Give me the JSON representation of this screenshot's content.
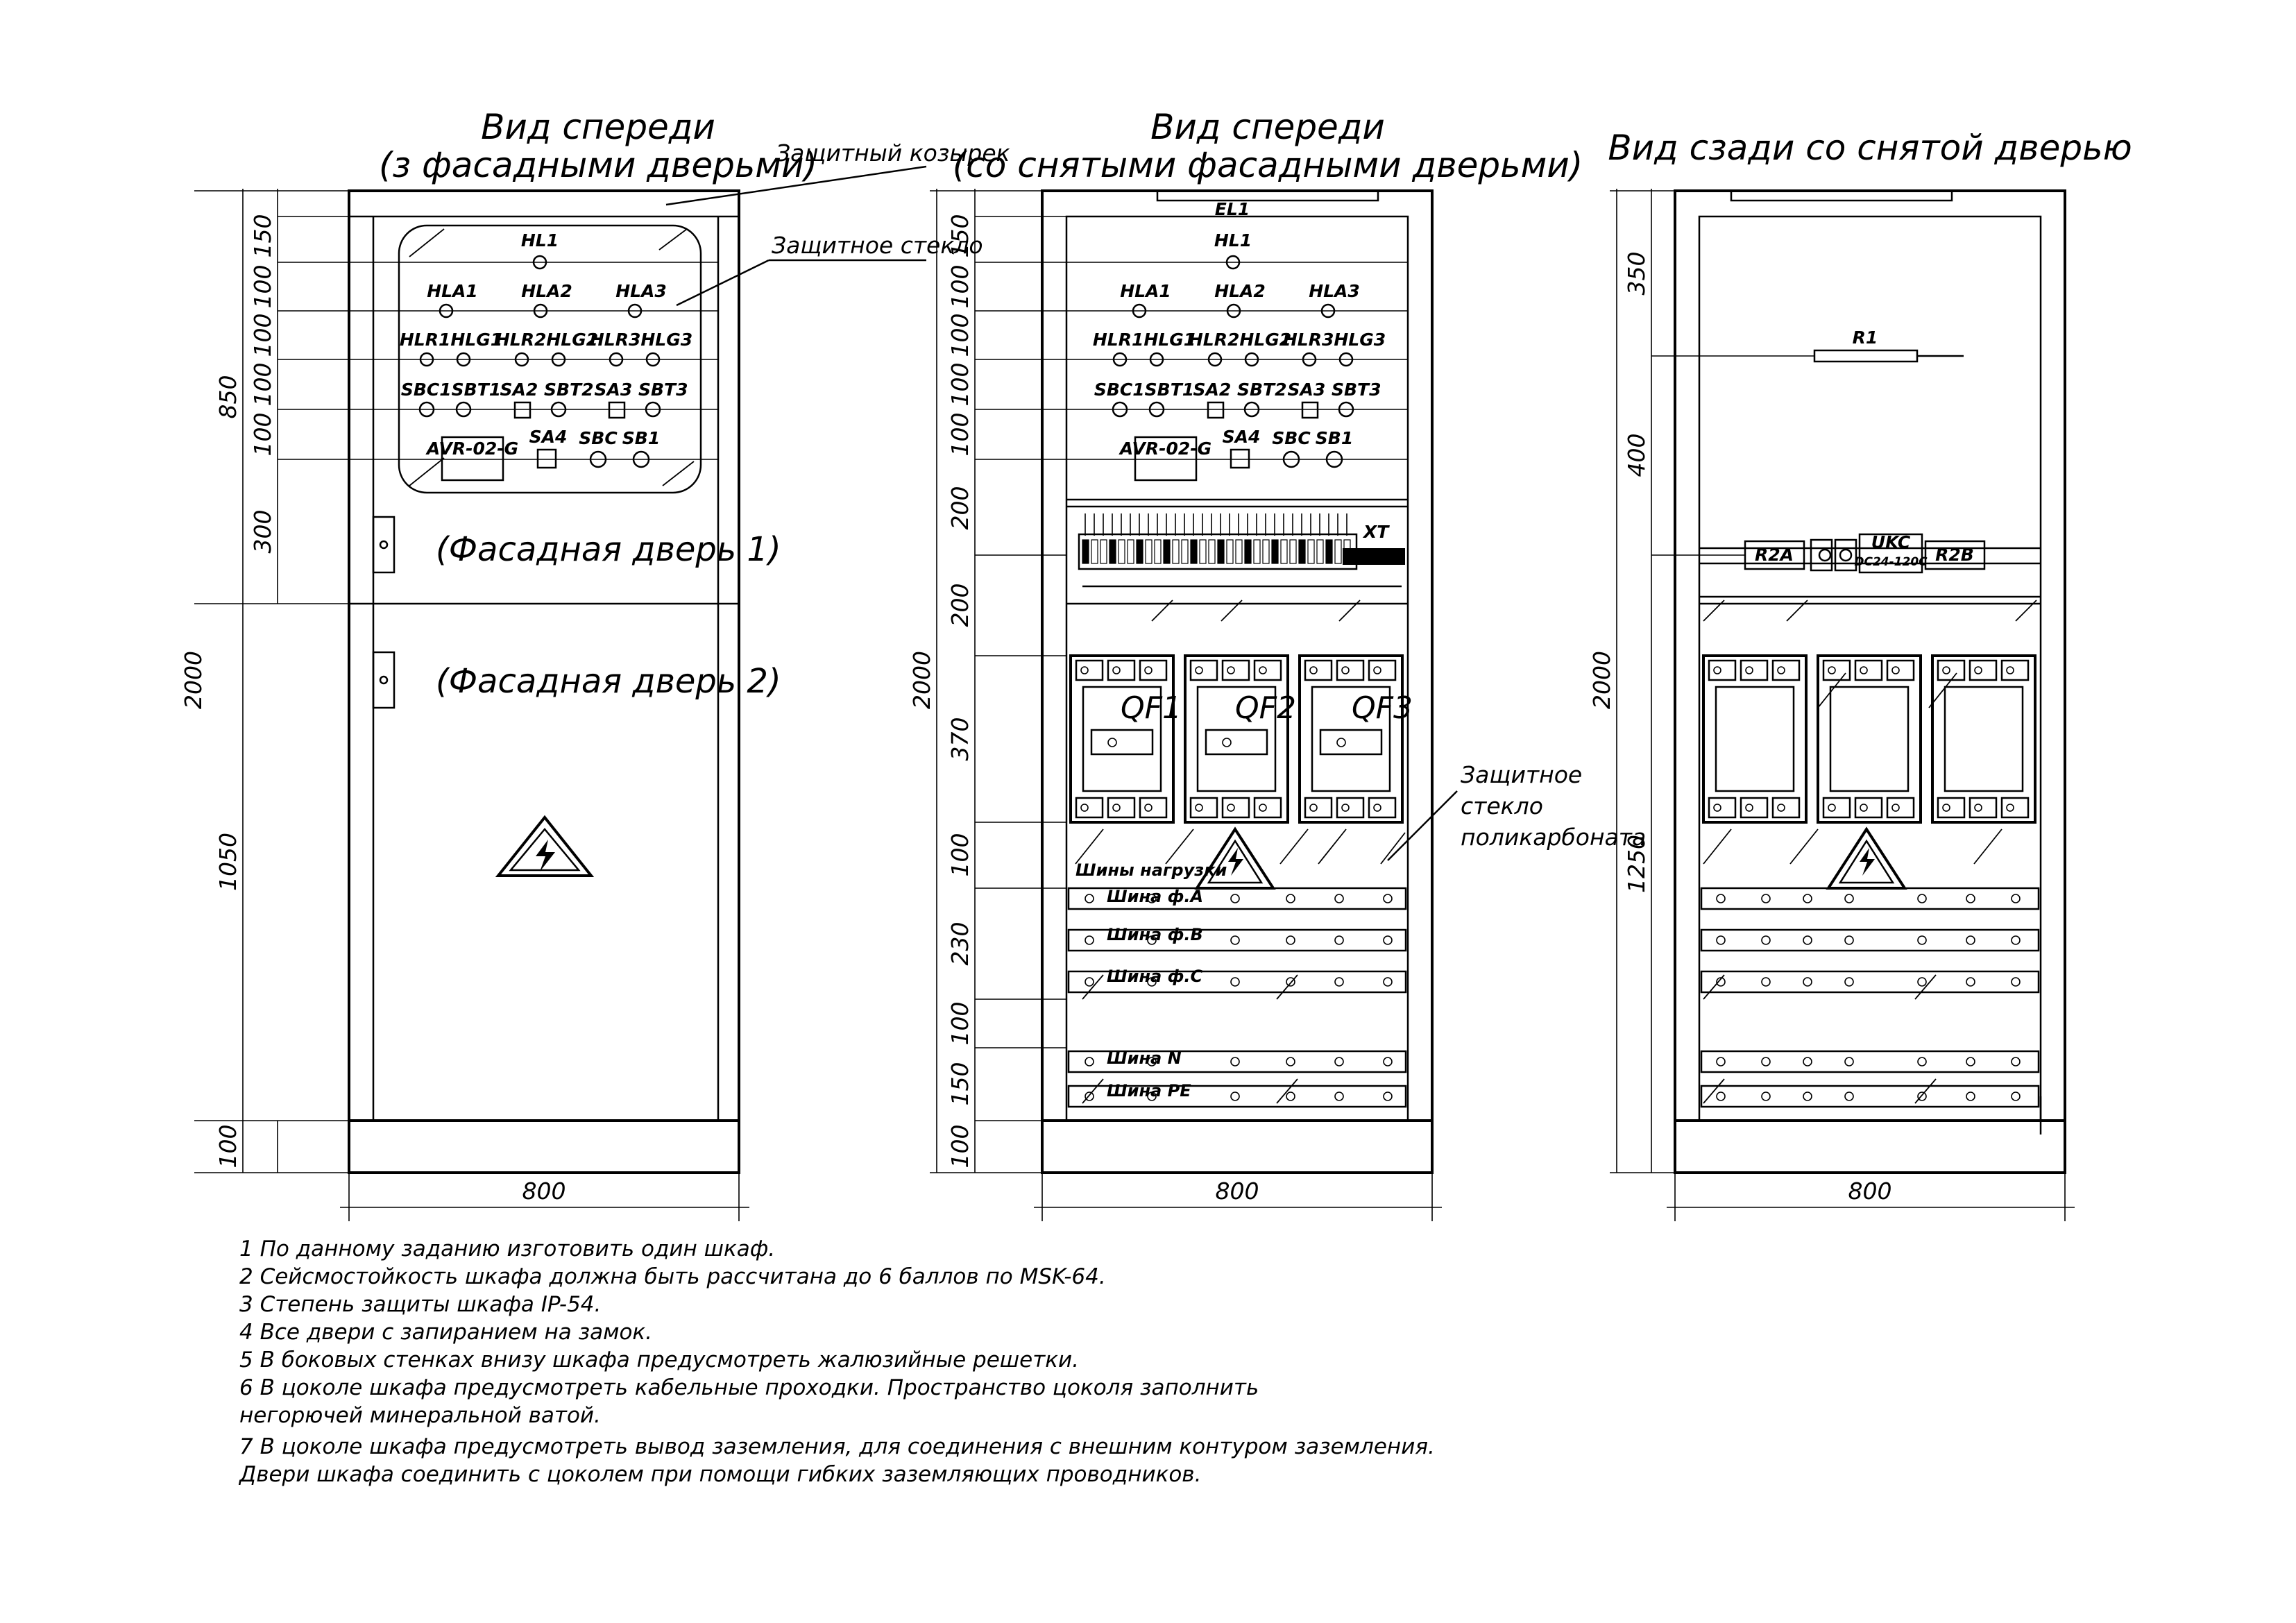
{
  "views": {
    "front_closed": {
      "title1": "Вид спереди",
      "title2": "(з фасадными дверьми)",
      "callout_visor": "Защитный козырек",
      "callout_glass": "Защитное стекло",
      "door1": "(Фасадная дверь 1)",
      "door2": "(Фасадная дверь 2)",
      "dims_left": [
        "150",
        "100",
        "100",
        "100",
        "100",
        "300"
      ],
      "dim_850": "850",
      "dim_2000": "2000",
      "dim_1050": "1050",
      "dim_100": "100",
      "dim_width": "800"
    },
    "front_open": {
      "title1": "Вид спереди",
      "title2": "(со снятыми фасадными дверьми)",
      "el1": "EL1",
      "xt": "XT",
      "qf": [
        "QF1",
        "QF2",
        "QF3"
      ],
      "buses_label": "Шины нагрузки",
      "bus_a": "Шина ф.A",
      "bus_b": "Шина ф.B",
      "bus_c": "Шина ф.C",
      "bus_n": "Шина N",
      "bus_pe": "Шина PE",
      "callout": "Защитное стекло поликарбоната",
      "dims_left": [
        "150",
        "100",
        "100",
        "100",
        "100",
        "200",
        "200",
        "370",
        "100",
        "230",
        "100",
        "150",
        "100"
      ],
      "dim_2000": "2000",
      "dim_width": "800"
    },
    "rear": {
      "title": "Вид сзади со снятой дверью",
      "r1": "R1",
      "r2a": "R2A",
      "r2b": "R2B",
      "ukc": "UKC",
      "ukc_sub": "DC24-120С",
      "dims_left": [
        "350",
        "400",
        "1250"
      ],
      "dim_2000": "2000",
      "dim_width": "800"
    }
  },
  "panel_labels": {
    "hl1": "HL1",
    "hla": [
      "HLA1",
      "HLA2",
      "HLA3"
    ],
    "hlr_hlg": [
      "HLR1HLG1",
      "HLR2HLG2",
      "HLR3HLG3"
    ],
    "sbc_sa": [
      "SBC1SBT1",
      "SA2 SBT2",
      "SA3 SBT3"
    ],
    "avr": "AVR-02-G",
    "sa4": "SA4",
    "sbc": "SBC",
    "sb1": "SB1"
  },
  "notes": [
    "1   По данному заданию изготовить один шкаф.",
    "2   Сейсмостойкость шкафа должна быть рассчитана до 6  баллов по MSK-64.",
    "3   Степень защиты шкафа IP-54.",
    "4   Все двери с запиранием на замок.",
    "5   В боковых стенках внизу шкафа предусмотреть жалюзийные решетки.",
    "6   В цоколе шкафа предусмотреть кабельные проходки. Пространство цоколя заполнить",
    "негорючей минеральной ватой.",
    "7   В цоколе шкафа предусмотреть вывод заземления, для соединения с внешним контуром заземления.",
    "Двери шкафа соединить с цоколем при помощи гибких заземляющих проводников."
  ],
  "colors": {
    "line": "#000000",
    "background": "#ffffff"
  }
}
